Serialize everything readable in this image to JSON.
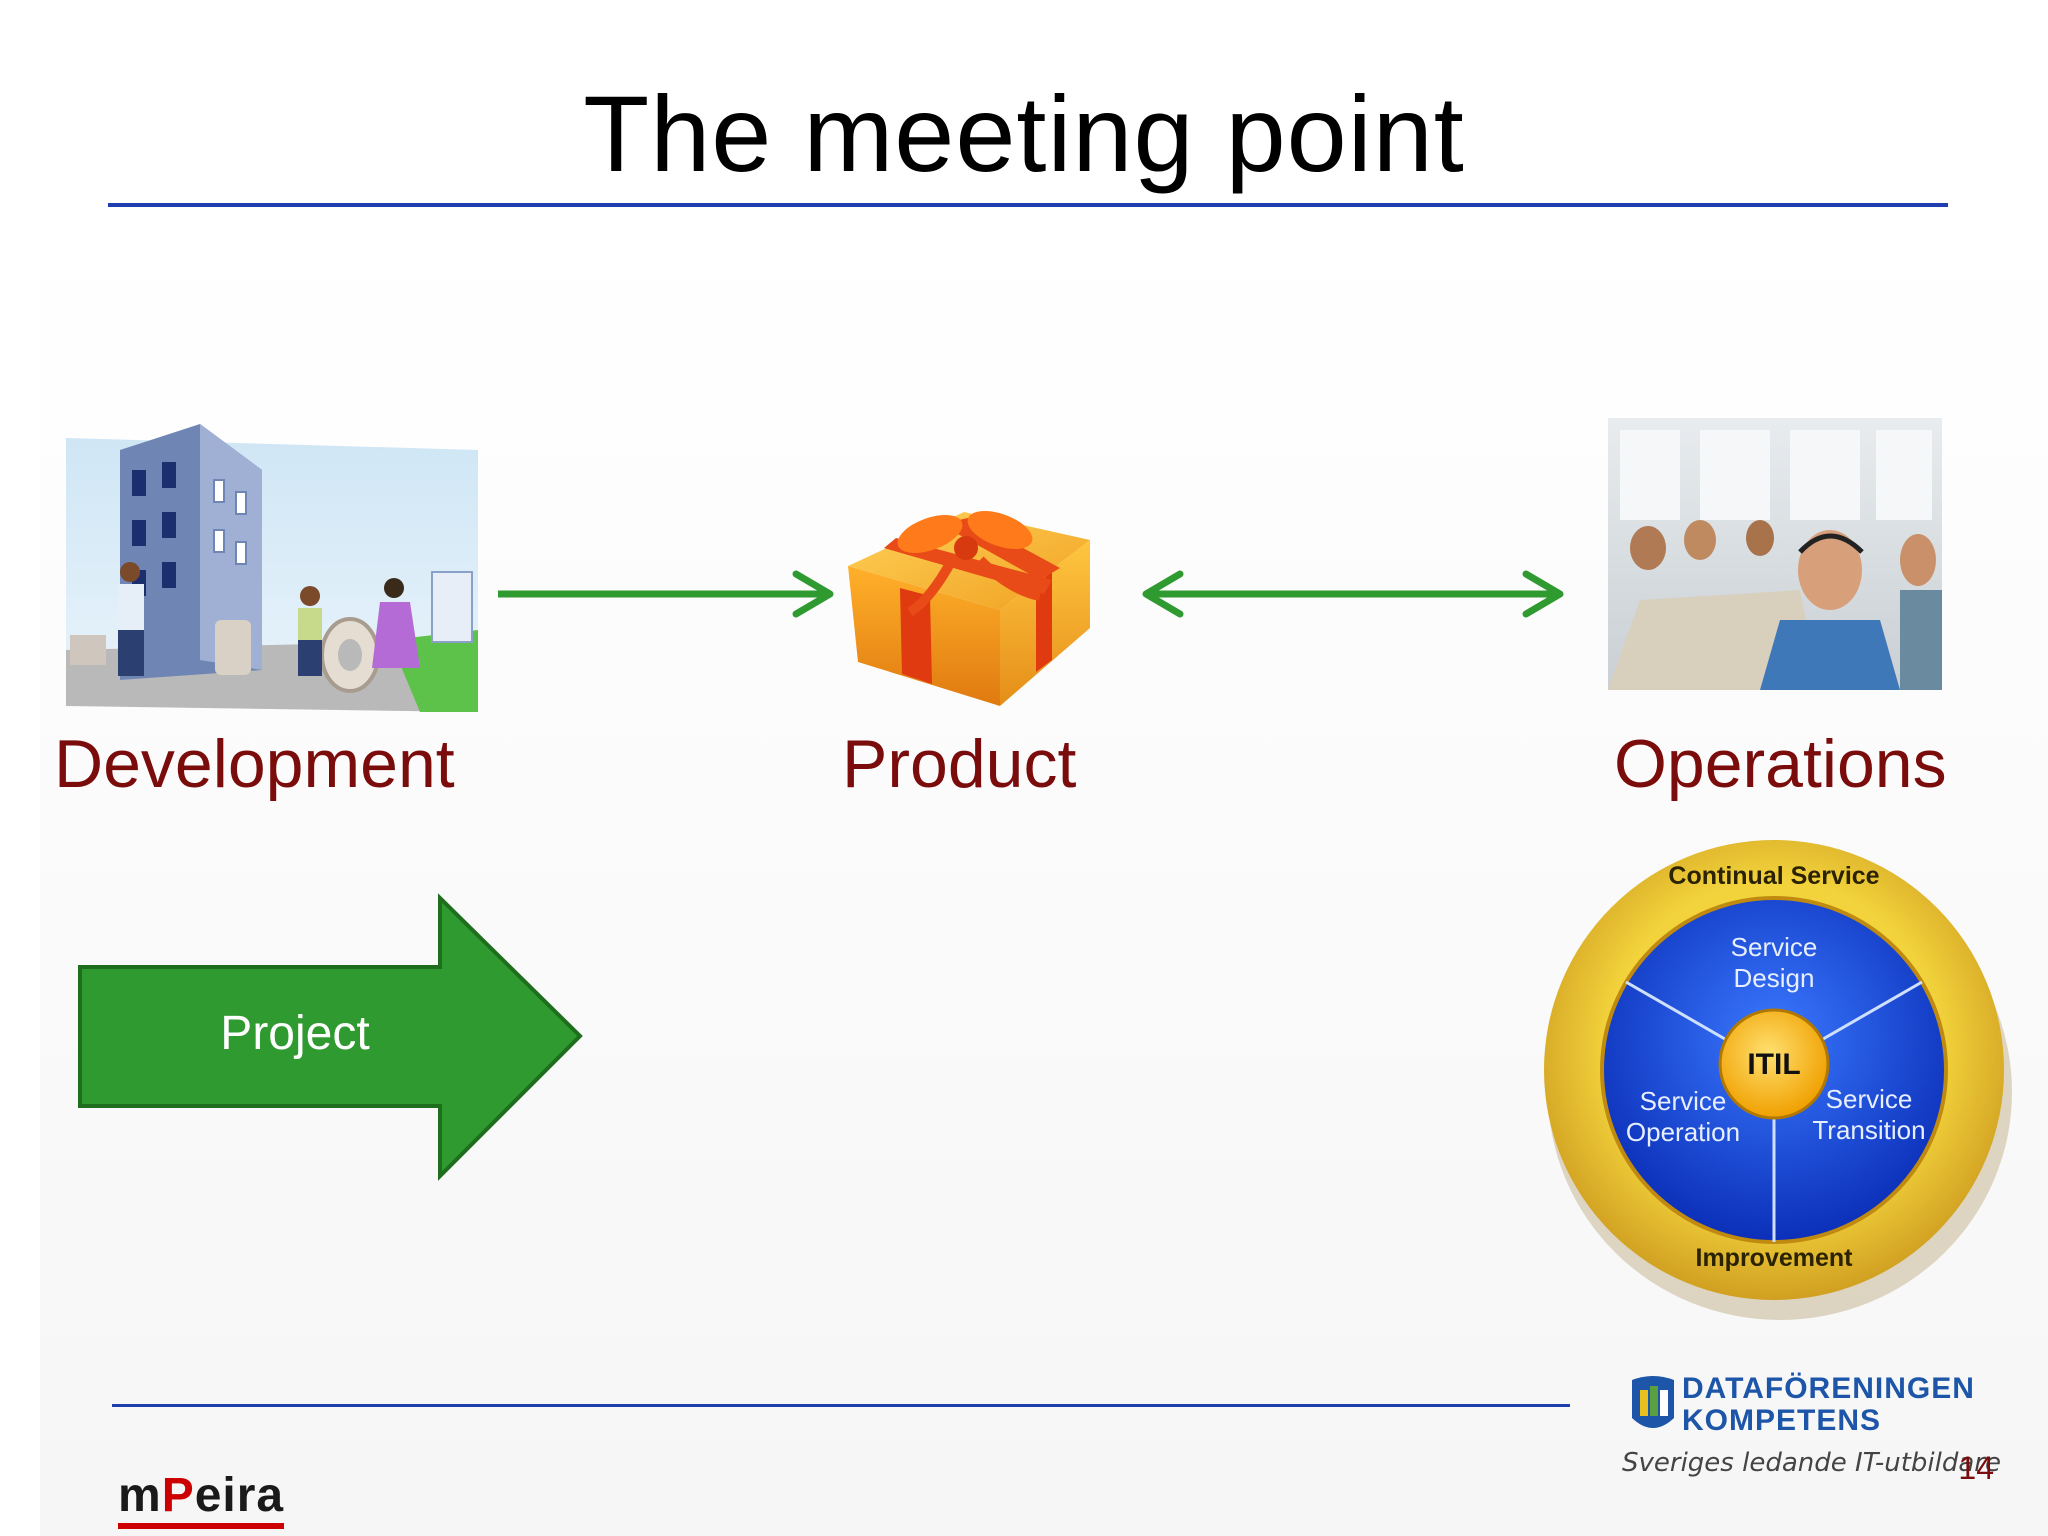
{
  "slide": {
    "title": "The meeting point",
    "page_number": "14"
  },
  "labels": {
    "development": "Development",
    "product": "Product",
    "operations": "Operations",
    "project": "Project"
  },
  "itil": {
    "center": "ITIL",
    "outer_top": "Continual Service",
    "outer_bottom": "Improvement",
    "service_design": [
      "Service",
      "Design"
    ],
    "service_operation": [
      "Service",
      "Operation"
    ],
    "service_transition": [
      "Service",
      "Transition"
    ]
  },
  "logos": {
    "mpeira_a": "m",
    "mpeira_b": "P",
    "mpeira_c": "eira",
    "dataforeningen_line1": "DATAFÖRENINGEN",
    "dataforeningen_line2": "KOMPETENS",
    "dataforeningen_tagline": "Sveriges ledande IT-utbildare"
  },
  "colors": {
    "title_rule": "#1f3fb0",
    "label": "#7b0c0c",
    "arrow_green": "#2f9a2f",
    "project_arrow": "#2f9a2f",
    "itil_outer": "#e8c020",
    "itil_inner": "#1d4fe0",
    "itil_center": "#f5b400"
  }
}
